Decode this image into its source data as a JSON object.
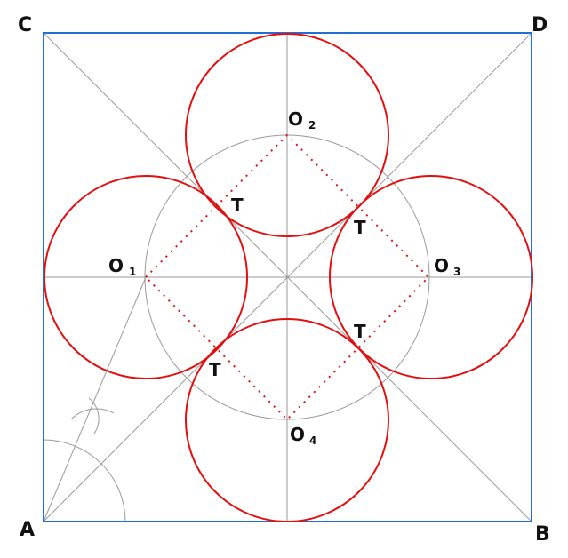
{
  "colors": {
    "square": "#1f6fd6",
    "circles": "#e01010",
    "construction": "#9a9a9a",
    "dotted": "#e01010",
    "text": "#111111"
  },
  "corners": {
    "c": "C",
    "d": "D",
    "a": "A",
    "b": "B"
  },
  "centers": {
    "o1": {
      "letter": "O",
      "sub": "1"
    },
    "o2": {
      "letter": "O",
      "sub": "2"
    },
    "o3": {
      "letter": "O",
      "sub": "3"
    },
    "o4": {
      "letter": "O",
      "sub": "4"
    }
  },
  "tangent_label": "T"
}
